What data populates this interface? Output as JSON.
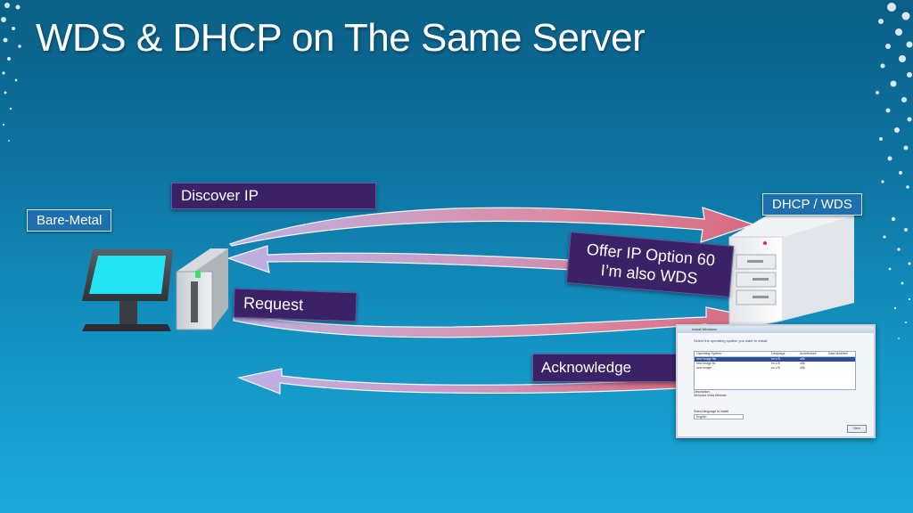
{
  "slide": {
    "title": "WDS & DHCP on The Same Server"
  },
  "labels": {
    "bare_metal": "Bare-Metal",
    "server": "DHCP / WDS"
  },
  "messages": {
    "discover": "Discover IP",
    "offer_line1": "Offer IP Option 60",
    "offer_line2": "I’m also WDS",
    "request": "Request",
    "acknowledge": "Acknowledge"
  },
  "install_dialog": {
    "window_title": "Install Windows",
    "prompt": "Select the operating system you want to install.",
    "columns": [
      "Operating System",
      "Language",
      "Architecture",
      "Date Modified"
    ],
    "rows": [
      [
        "new image file",
        "en-US",
        "x86",
        ""
      ],
      [
        "new image fix",
        "en-US",
        "x86",
        ""
      ],
      [
        "new image",
        "en-US",
        "x86",
        ""
      ]
    ],
    "description_label": "Description:",
    "description_value": "Windows Vista Ultimate",
    "language_label": "Select language to install",
    "language_value": "English",
    "next_button": "Next"
  },
  "colors": {
    "background_top": "#0a5f86",
    "background_bottom": "#1ca9da",
    "message_box": "#3b2166",
    "tag_box": "#1d6fb0",
    "arrow_pink": "#e2697e",
    "arrow_lavender": "#c6b4e8"
  }
}
